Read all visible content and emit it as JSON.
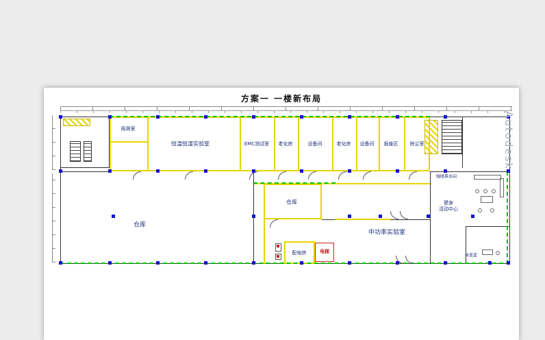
{
  "title": "方案一  一楼新布局",
  "watermark": "Autodesk",
  "rooms": {
    "rain_room": "雨淋室",
    "humidity_lab": "恒温恒湿实验室",
    "emc_room": "EMC测试室",
    "aging_room_1": "老化房",
    "equipment_room_1": "设备间",
    "aging_room_2": "老化房",
    "equipment_room_2": "设备间",
    "scrap_area": "报废区",
    "dust_room": "除尘室",
    "warehouse_main": "仓库",
    "warehouse_small": "仓库",
    "mid_power_lab": "中功率实验室",
    "power_room": "配电房",
    "elevator": "电梯",
    "coffee_room": "咖啡茶水间",
    "fitness_line1": "健身",
    "fitness_line2": "活动中心",
    "rest_room": "休息室"
  },
  "colors": {
    "wall_yellow": "#e8d400",
    "grid_green": "#00c400",
    "column_blue": "#1414cc",
    "elevator_red": "#cc2222"
  }
}
